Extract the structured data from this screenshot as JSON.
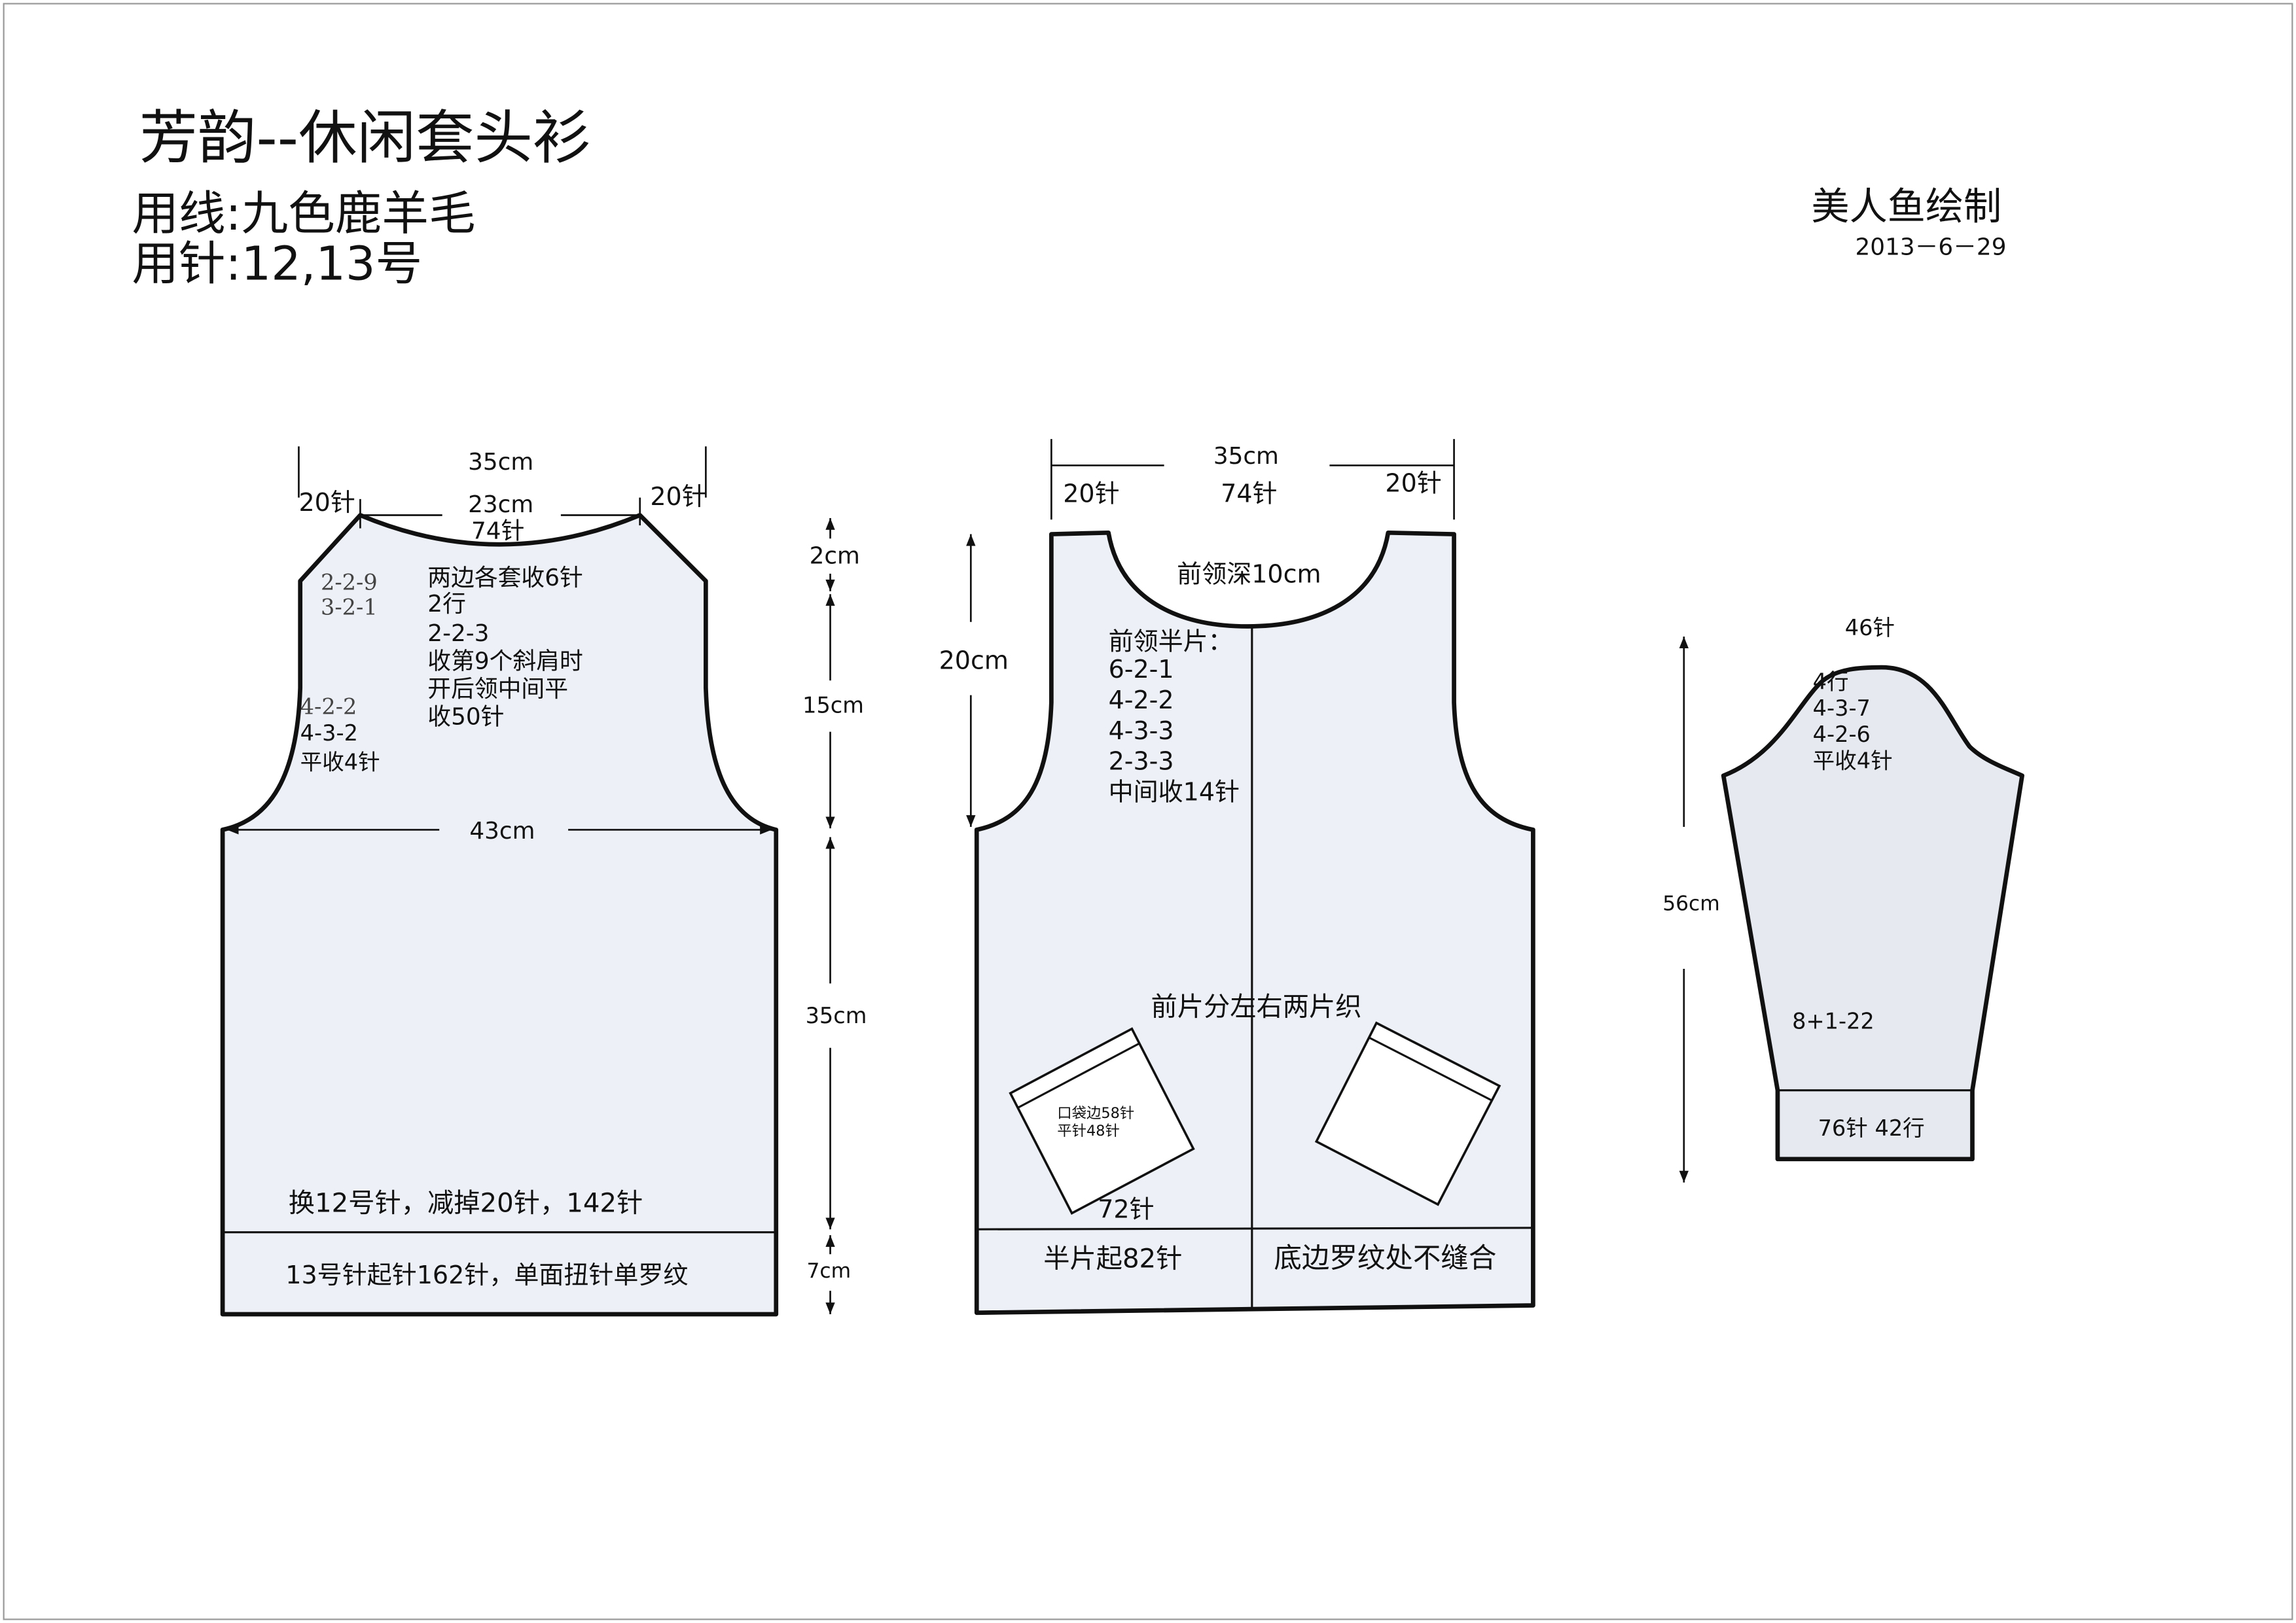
{
  "header": {
    "title": "芳韵--休闲套头衫",
    "yarn": "用线:九色鹿羊毛",
    "needles": "用针:12,13号",
    "author": "美人鱼绘制",
    "date": "2013－6－29"
  },
  "colors": {
    "piece_fill": "#edf0f7",
    "sleeve_fill": "#e6e9f0",
    "outline": "#111111",
    "border": "#9a9a9a"
  },
  "back": {
    "top_width": "35cm",
    "shoulder_left": "20针",
    "shoulder_right": "20针",
    "neck_width": "23cm",
    "neck_stitches": "74针",
    "shoulder_shaping": [
      "2-2-9",
      "3-2-1"
    ],
    "neck_notes": [
      "两边各套收6针",
      "2行",
      "2-2-3",
      "收第9个斜肩时",
      "开后领中间平",
      "收50针"
    ],
    "armhole_shaping": [
      "4-2-2",
      "4-3-2",
      "平收4针"
    ],
    "chest_width": "43cm",
    "body_note": "换12号针，减掉20针，142针",
    "ribbing_note": "13号针起针162针，单面扭针单罗纹",
    "heights": {
      "neck": "2cm",
      "armhole": "15cm",
      "body": "35cm",
      "ribbing": "7cm"
    }
  },
  "front": {
    "top_width": "35cm",
    "shoulder_left": "20针",
    "neck_stitches": "74针",
    "shoulder_right": "20针",
    "armhole_height": "20cm",
    "neck_depth": "前领深10cm",
    "neck_half_title": "前领半片：",
    "neck_half_steps": [
      "6-2-1",
      "4-2-2",
      "4-3-3",
      "2-3-3",
      "中间收14针"
    ],
    "split_note": "前片分左右两片织",
    "pocket": {
      "edge": "口袋边58针",
      "body": "平针48针",
      "stitches": "72针"
    },
    "half_cast_on": "半片起82针",
    "ribbing_note": "底边罗纹处不缝合"
  },
  "sleeve": {
    "cap_stitches": "46针",
    "cap_steps": [
      "4行",
      "4-3-7",
      "4-2-6",
      "平收4针"
    ],
    "length": "56cm",
    "increase": "8+1-22",
    "cuff": "76针  42行"
  }
}
